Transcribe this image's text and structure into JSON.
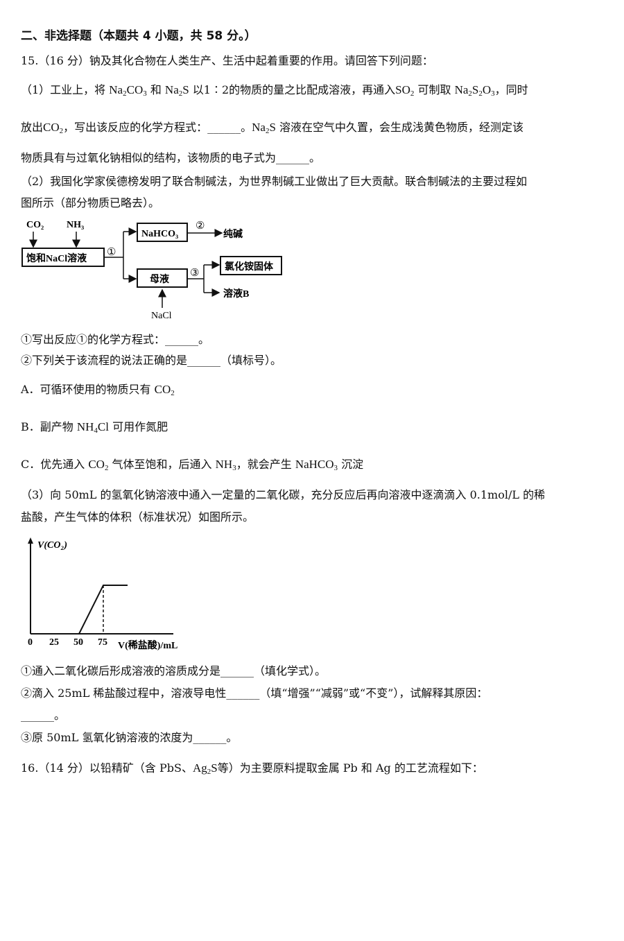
{
  "section_title": "二、非选择题（本题共 4 小题，共 58 分。）",
  "q15": {
    "intro": "15.（16 分）钠及其化合物在人类生产、生活中起着重要的作用。请回答下列问题：",
    "p1": {
      "l1_a": "（1）工业上，将 ",
      "l1_b": " 和 ",
      "l1_c": " 以1∶2的物质的量之比配成溶液，再通入",
      "l1_d": " 可制取 ",
      "l1_e": "，同时",
      "l2_a": "放出",
      "l2_b": "，写出该反应的化学方程式：______。",
      "l2_c": " 溶液在空气中久置，会生成浅黄色物质，经测定该",
      "l3": "物质具有与过氧化钠相似的结构，该物质的电子式为______。"
    },
    "p2": {
      "l1": "（2）我国化学家侯德榜发明了联合制碱法，为世界制碱工业做出了巨大贡献。联合制碱法的主要过程如",
      "l2": "图所示（部分物质已略去）。",
      "diagram": {
        "co2": "CO₂",
        "nh3": "NH₃",
        "start_box": "饱和NaCl溶液",
        "step1": "①",
        "nahco3_box": "NaHCO₃",
        "step2": "②",
        "product1": "纯碱",
        "mother_box": "母液",
        "step3": "③",
        "nh4cl_box": "氯化铵固体",
        "solution_b": "溶液B",
        "nacl_in": "NaCl"
      },
      "q1": "①写出反应①的化学方程式：______。",
      "q2": "②下列关于该流程的说法正确的是______（填标号）。",
      "optA_a": "A．可循环使用的物质只有 ",
      "optB_a": "B．副产物 ",
      "optB_b": " 可用作氮肥",
      "optC_a": "C．优先通入 ",
      "optC_b": " 气体至饱和，后通入 ",
      "optC_c": "，就会产生 ",
      "optC_d": " 沉淀"
    },
    "p3": {
      "l1": "（3）向 50mL 的氢氧化钠溶液中通入一定量的二氧化碳，充分反应后再向溶液中逐滴滴入 0.1mol/L 的稀",
      "l2": "盐酸，产生气体的体积（标准状况）如图所示。",
      "q1": "①通入二氧化碳后形成溶液的溶质成分是______（填化学式）。",
      "q2": "②滴入 25mL 稀盐酸过程中，溶液导电性______（填“增强”“减弱”或“不变”），试解释其原因：",
      "q2b": "______。",
      "q3": "③原 50mL 氢氧化钠溶液的浓度为______。"
    }
  },
  "q16": {
    "l1_a": "16.（14 分）以铅精矿（含 PbS、",
    "l1_b": "等）为主要原料提取金属 Pb 和 Ag 的工艺流程如下："
  },
  "chart_data": {
    "type": "line",
    "ylabel": "V(CO₂)",
    "xlabel": "V(稀盐酸)/mL",
    "x_ticks": [
      "0",
      "25",
      "50",
      "75"
    ],
    "points": [
      [
        50,
        0
      ],
      [
        75,
        1
      ],
      [
        100,
        1
      ]
    ],
    "dashed_drop_at": 75
  }
}
